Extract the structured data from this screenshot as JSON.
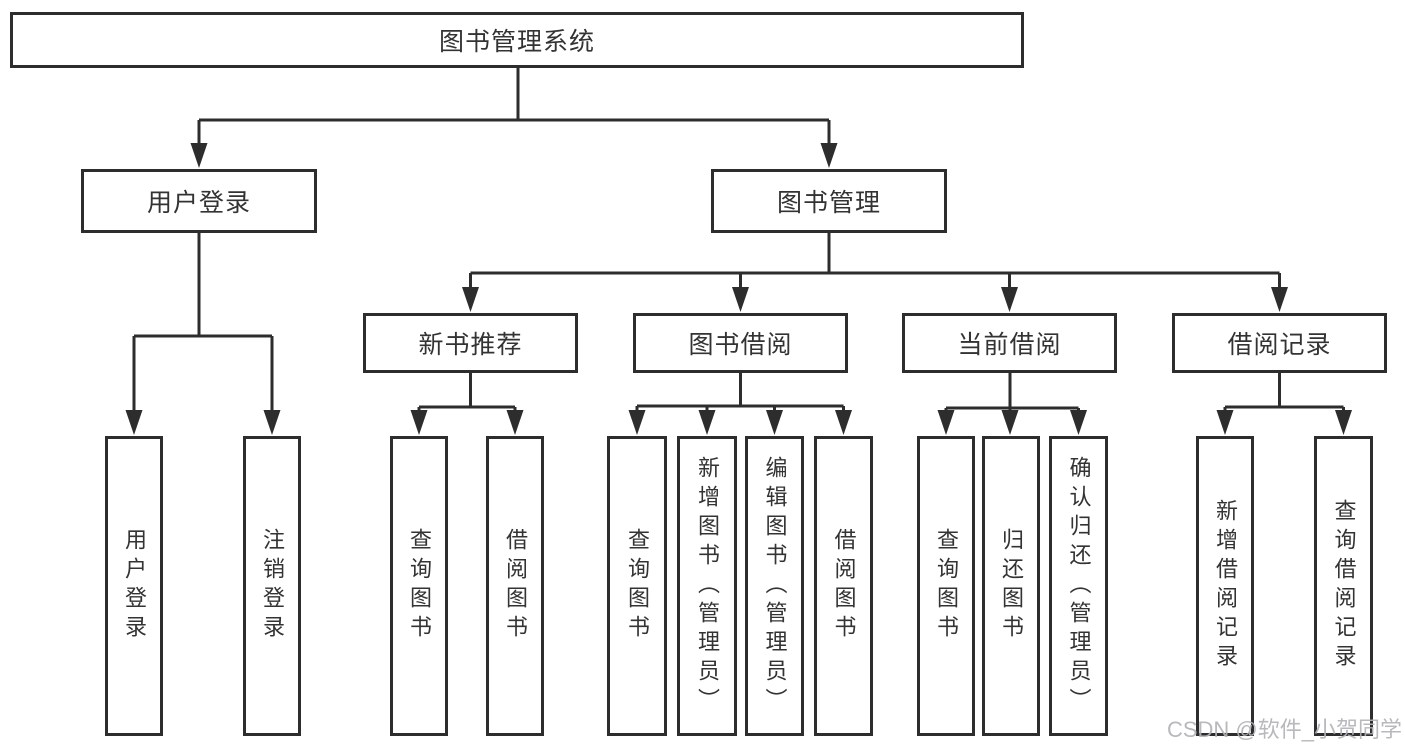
{
  "colors": {
    "line": "#2d2d2d",
    "border": "#2d2d2d",
    "text": "#333333",
    "background": "#ffffff",
    "watermark": "#b2b2b8"
  },
  "watermark": {
    "text": "CSDN @软件_小贺同学"
  },
  "tree": {
    "label": "图书管理系统",
    "children": [
      {
        "label": "用户登录",
        "children": [
          {
            "label": "用户登录"
          },
          {
            "label": "注销登录"
          }
        ]
      },
      {
        "label": "图书管理",
        "children": [
          {
            "label": "新书推荐",
            "children": [
              {
                "label": "查询图书"
              },
              {
                "label": "借阅图书"
              }
            ]
          },
          {
            "label": "图书借阅",
            "children": [
              {
                "label": "查询图书"
              },
              {
                "label": "新增图书（管理员）"
              },
              {
                "label": "编辑图书（管理员）"
              },
              {
                "label": "借阅图书"
              }
            ]
          },
          {
            "label": "当前借阅",
            "children": [
              {
                "label": "查询图书"
              },
              {
                "label": "归还图书"
              },
              {
                "label": "确认归还（管理员）"
              }
            ]
          },
          {
            "label": "借阅记录",
            "children": [
              {
                "label": "新增借阅记录"
              },
              {
                "label": "查询借阅记录"
              }
            ]
          }
        ]
      }
    ]
  }
}
